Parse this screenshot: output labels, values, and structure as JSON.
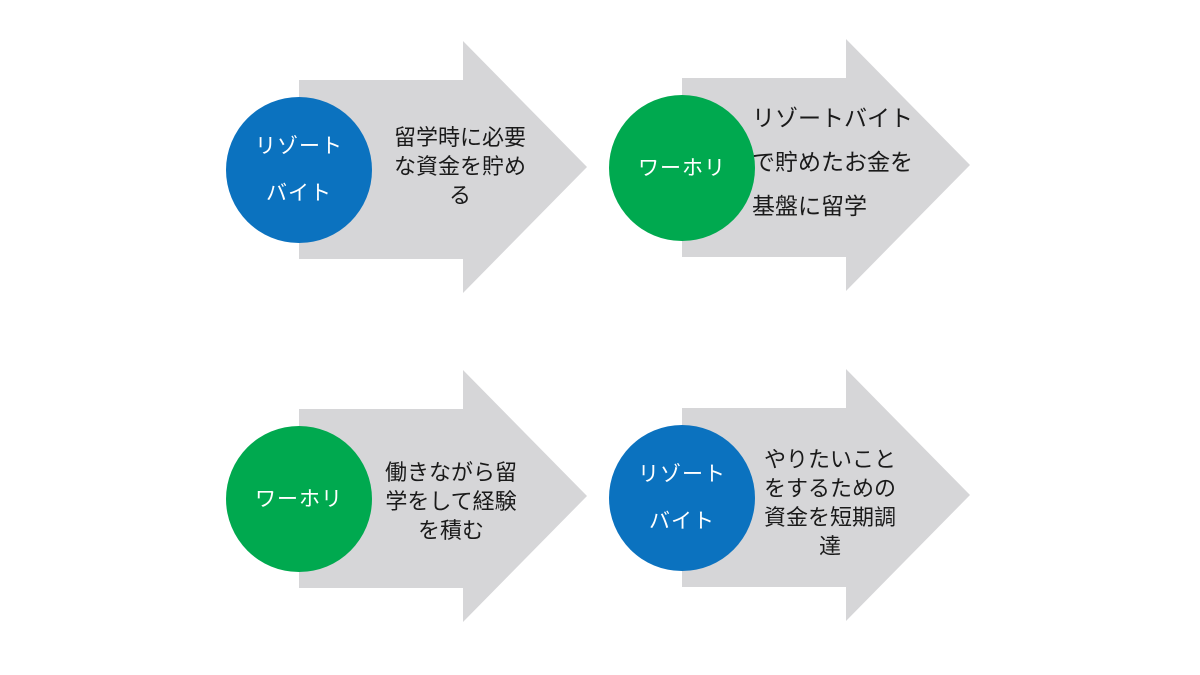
{
  "diagram": {
    "description_colors": {
      "blue_circle": "#0b72bf",
      "green_circle": "#00a94f",
      "arrow_gray": "#d6d6d8",
      "arrow_text": "#1a1a1a",
      "circle_text": "#ffffff"
    },
    "steps": [
      {
        "position": "top-left",
        "circle_color": "blue",
        "circle_label": "リゾート\nバイト",
        "arrow_text": "留学時に必要\nな資金を貯め\nる"
      },
      {
        "position": "top-right",
        "circle_color": "green",
        "circle_label": "ワーホリ",
        "arrow_text": "リゾートバイト\nで貯めたお金を\n基盤に留学"
      },
      {
        "position": "bottom-left",
        "circle_color": "green",
        "circle_label": "ワーホリ",
        "arrow_text": "働きながら留\n学をして経験\nを積む"
      },
      {
        "position": "bottom-right",
        "circle_color": "blue",
        "circle_label": "リゾート\nバイト",
        "arrow_text": "やりたいこと\nをするための\n資金を短期調\n達"
      }
    ]
  }
}
